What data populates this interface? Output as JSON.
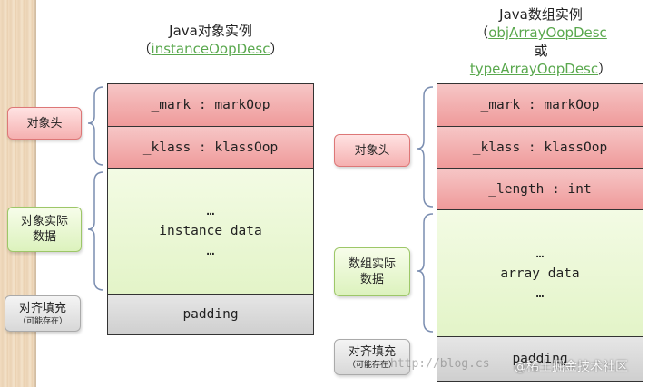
{
  "left": {
    "title": "Java对象实例",
    "open_paren": "（",
    "link": "instanceOopDesc",
    "close_paren": "）",
    "rows": [
      {
        "text": "_mark : markOop"
      },
      {
        "text": "_klass : klassOop"
      },
      {
        "line1": "…",
        "line2": "instance data",
        "line3": "…"
      },
      {
        "text": "padding"
      }
    ],
    "labels": {
      "header": "对象头",
      "data_line1": "对象实际",
      "data_line2": "数据",
      "padding": "对齐填充",
      "padding_note": "（可能存在）"
    }
  },
  "right": {
    "title": "Java数组实例",
    "open_paren": "（",
    "link1": "objArrayOopDesc",
    "or": "或",
    "link2": "typeArrayOopDesc",
    "close_paren": "）",
    "rows": [
      {
        "text": "_mark : markOop"
      },
      {
        "text": "_klass : klassOop"
      },
      {
        "text": "_length : int"
      },
      {
        "line1": "…",
        "line2": "array data",
        "line3": "…"
      },
      {
        "text": "padding"
      }
    ],
    "labels": {
      "header": "对象头",
      "data_line1": "数组实际",
      "data_line2": "数据",
      "padding": "对齐填充",
      "padding_note": "（可能存在）"
    }
  },
  "watermark": "http://blog.cs",
  "brand": "@稀土掘金技术社区"
}
